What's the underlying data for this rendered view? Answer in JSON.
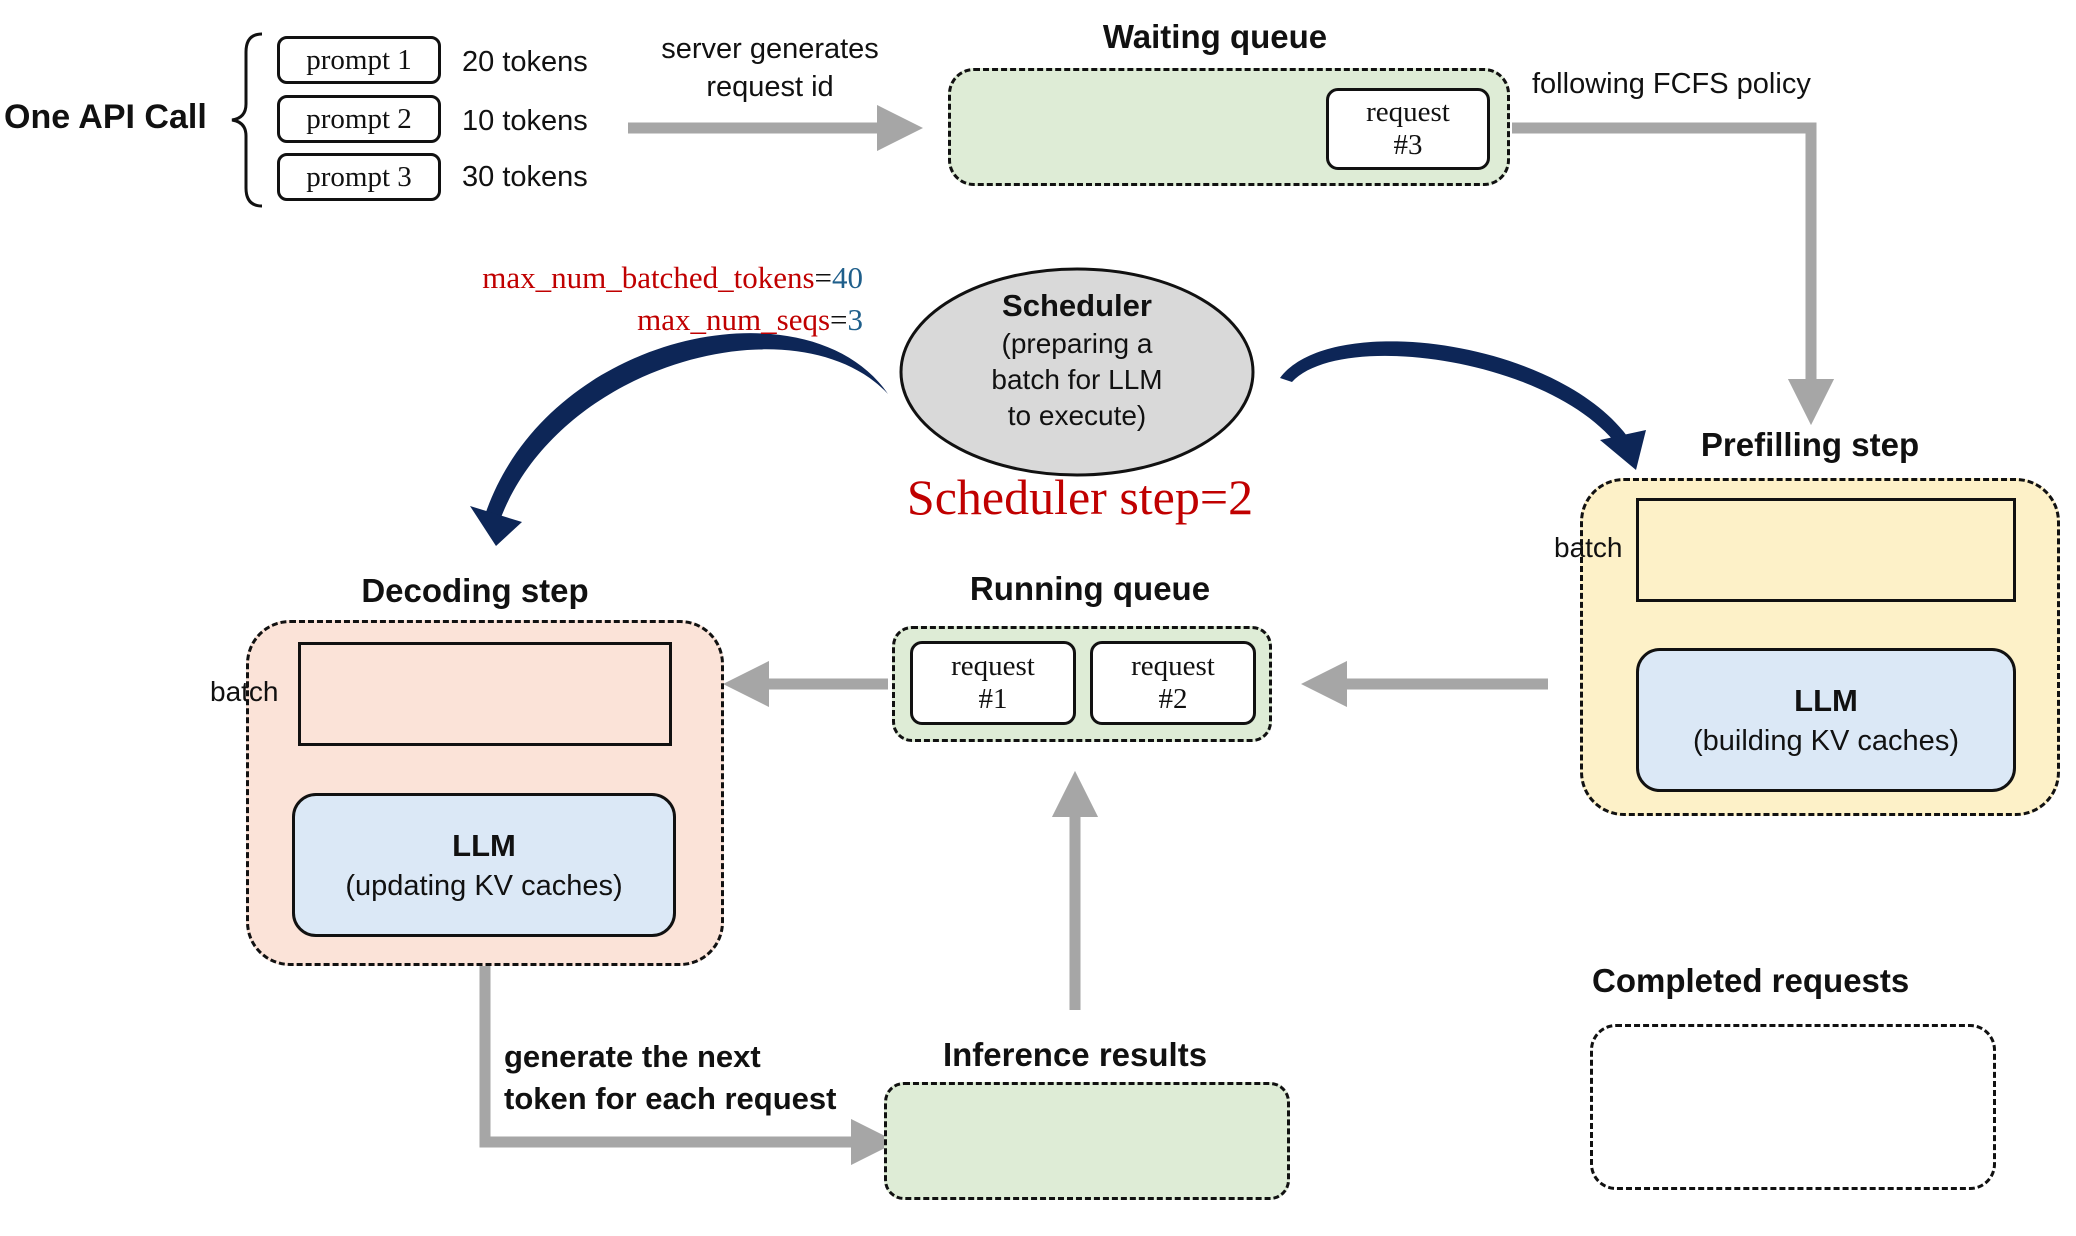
{
  "api_call": {
    "label": "One API Call",
    "prompts": [
      {
        "label": "prompt 1",
        "tokens": "20 tokens"
      },
      {
        "label": "prompt 2",
        "tokens": "10 tokens"
      },
      {
        "label": "prompt 3",
        "tokens": "30 tokens"
      }
    ]
  },
  "server_note": {
    "line1": "server generates",
    "line2": "request id"
  },
  "waiting_queue": {
    "title": "Waiting queue",
    "policy": "following FCFS policy",
    "request": {
      "line1": "request",
      "line2": "#3"
    }
  },
  "scheduler": {
    "title": "Scheduler",
    "line1": "(preparing a",
    "line2": "batch for LLM",
    "line3": "to execute)",
    "step": "Scheduler step=2",
    "param1_name": "max_num_batched_tokens",
    "param1_eq": "=",
    "param1_value": "40",
    "param2_name": "max_num_seqs",
    "param2_eq": "=",
    "param2_value": "3"
  },
  "prefilling": {
    "title": "Prefilling step",
    "batch_label": "batch",
    "llm_title": "LLM",
    "llm_sub": "(building KV caches)"
  },
  "decoding": {
    "title": "Decoding step",
    "batch_label": "batch",
    "llm_title": "LLM",
    "llm_sub": "(updating KV caches)"
  },
  "running_queue": {
    "title": "Running queue",
    "requests": [
      {
        "line1": "request",
        "line2": "#1"
      },
      {
        "line1": "request",
        "line2": "#2"
      }
    ]
  },
  "generate_note": {
    "line1": "generate the next",
    "line2": "token for each request"
  },
  "inference_results": {
    "title": "Inference results"
  },
  "completed": {
    "title": "Completed requests"
  },
  "colors": {
    "waiting_fill": "#deecd6",
    "prefill_fill": "#fdf1c8",
    "decode_fill": "#fbe3d8",
    "llm_fill": "#dbe8f6",
    "scheduler_fill": "#d9d9d9",
    "arrow_gray": "#a6a6a6",
    "curved_arrow": "#0d2657",
    "param_red": "#c00000",
    "param_blue": "#1f5f8b"
  }
}
